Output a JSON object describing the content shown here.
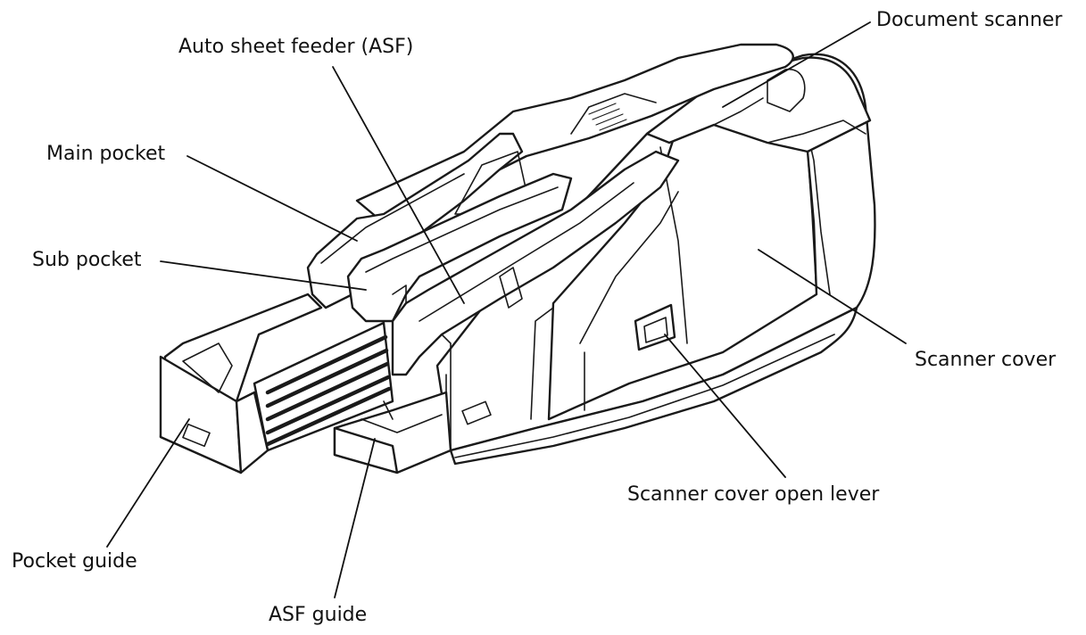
{
  "diagram": {
    "labels": {
      "document_scanner": "Document scanner",
      "auto_sheet_feeder": "Auto sheet feeder (ASF)",
      "main_pocket": "Main pocket",
      "sub_pocket": "Sub pocket",
      "scanner_cover": "Scanner cover",
      "scanner_cover_open_lever": "Scanner cover open lever",
      "pocket_guide": "Pocket guide",
      "asf_guide": "ASF guide"
    }
  }
}
